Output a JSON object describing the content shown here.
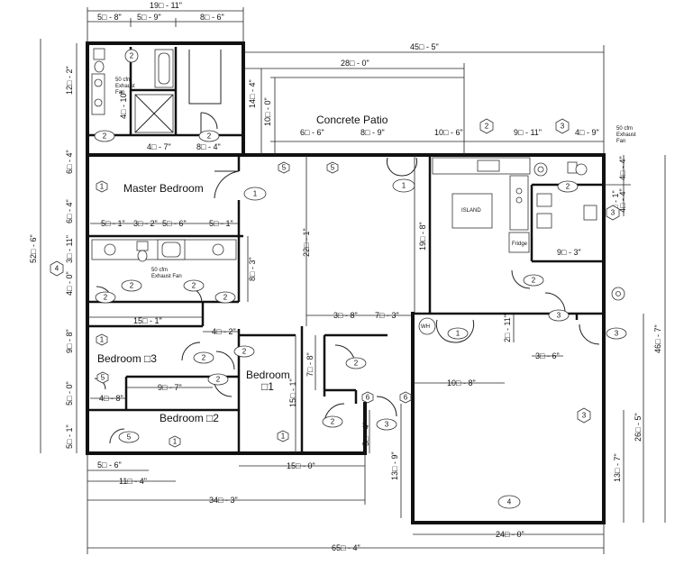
{
  "rooms": {
    "concrete_patio": "Concrete Patio",
    "master_bedroom": "Master Bedroom",
    "bedroom_3": "Bedroom □3",
    "bedroom_2": "Bedroom □2",
    "bedroom_1_line1": "Bedroom",
    "bedroom_1_line2": "□1",
    "island": "ISLAND",
    "fridge": "Fridge",
    "water_heater": "WH"
  },
  "notes": {
    "fan_a_l1": "50 cfm",
    "fan_a_l2": "Exhaust",
    "fan_a_l3": "Fan",
    "fan_b_l1": "50 cfm",
    "fan_b_l2": "Exhaust Fan",
    "fan_c_l1": "50 cfm",
    "fan_c_l2": "Exhaust",
    "fan_c_l3": "Fan"
  },
  "dims": {
    "d19_11": "19□ - 11\"",
    "d5_8": "5□ - 8\"",
    "d5_9": "5□ - 9\"",
    "d8_6": "8□ - 6\"",
    "d45_5": "45□ - 5\"",
    "d28_0": "28□ - 0\"",
    "d12_2": "12□ - 2\"",
    "d14_4": "14□ - 4\"",
    "d10_0": "10□ - 0\"",
    "d4_10": "4□ - 10\"",
    "d4_7": "4□ - 7\"",
    "d8_4": "8□ - 4\"",
    "d6_6": "6□ - 6\"",
    "d8_9": "8□ - 9\"",
    "d10_6": "10□ - 6\"",
    "d9_11": "9□ - 11\"",
    "d4_9": "4□ - 9\"",
    "d6_4a": "6□ - 4\"",
    "d6_4b": "6□ - 4\"",
    "d52_6": "52□ - 6\"",
    "d4_0": "4□ - 0\"",
    "d3_11": "3□ - 11\"",
    "d5_1a": "5□ - 1\"",
    "d3_2": "3□ - 2\"",
    "d5_6a": "5□ - 6\"",
    "d5_1b": "5□ - 1\"",
    "d8_3": "8□ - 3\"",
    "d22_1": "22□ - 1\"",
    "d19_8": "19□ - 8\"",
    "d9_3": "9□ - 3\"",
    "d4_4a": "4□ - 4\"",
    "d4_4b": "4□ - 4\"",
    "d3_1": "3□ - 1\"",
    "d15_1a": "15□ - 1\"",
    "d4_2": "4□ - 2\"",
    "d3_8": "3□ - 8\"",
    "d7_3": "7□ - 3\"",
    "d2_11": "2□ - 11\"",
    "d46_7": "46□ - 7\"",
    "d9_8": "9□ - 8\"",
    "d7_8": "7□ - 8\"",
    "d3_6": "3□ - 6\"",
    "d9_7": "9□ - 7\"",
    "d4_8": "4□ - 8\"",
    "d10_8": "10□ - 8\"",
    "d15_1b": "15□ - 1\"",
    "d5_0": "5□ - 0\"",
    "d5_1c": "5□ - 1\"",
    "d5_4": "5□ - 4\"",
    "d26_5": "26□ - 5\"",
    "d5_6b": "5□ - 6\"",
    "d11_4": "11□ - 4\"",
    "d15_0": "15□ - 0\"",
    "d13_9": "13□ - 9\"",
    "d13_7": "13□ - 7\"",
    "d34_3": "34□ - 3\"",
    "d24_0": "24□ - 0\"",
    "d65_4": "65□ - 4\""
  },
  "tags": {
    "t1": "1",
    "t2": "2",
    "t3": "3",
    "t4": "4",
    "t5": "5",
    "t6": "6"
  }
}
